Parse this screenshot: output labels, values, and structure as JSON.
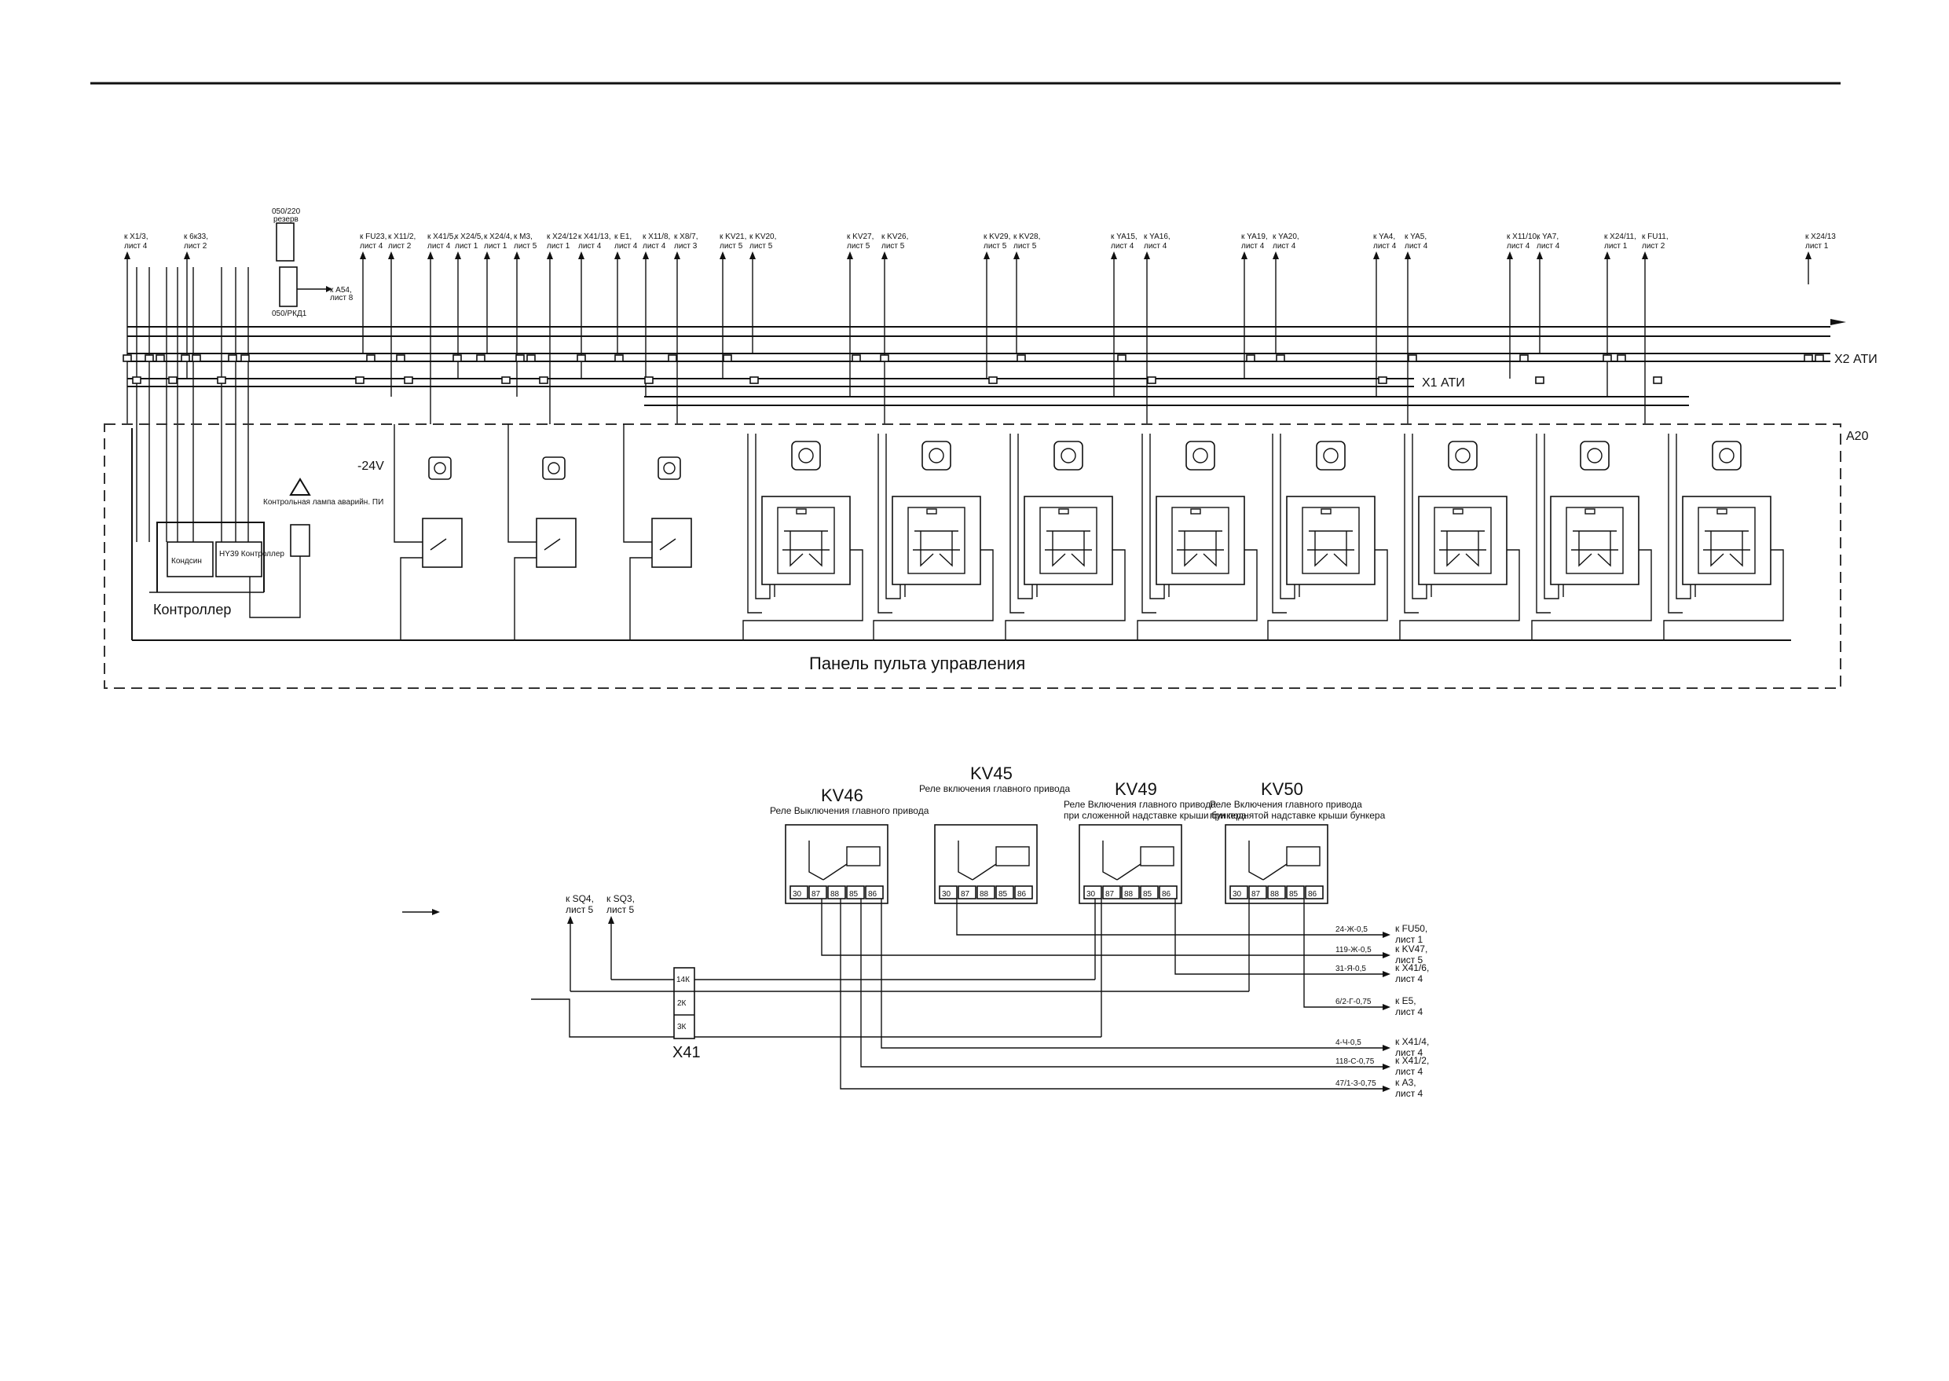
{
  "top_connectors": [
    {
      "ref": "к X1/3,",
      "sheet": "лист 4"
    },
    {
      "ref": "к 6к33,",
      "sheet": "лист 2"
    },
    {
      "ref": "к FU23,",
      "sheet": "лист 4"
    },
    {
      "ref": "к X11/2,",
      "sheet": "лист 2"
    },
    {
      "ref": "к X41/5,",
      "sheet": "лист 4"
    },
    {
      "ref": "к X24/5,",
      "sheet": "лист 1"
    },
    {
      "ref": "к X24/4,",
      "sheet": "лист 1"
    },
    {
      "ref": "к M3,",
      "sheet": "лист 5"
    },
    {
      "ref": "к X24/12",
      "sheet": "лист 1"
    },
    {
      "ref": "к X41/13,",
      "sheet": "лист 4"
    },
    {
      "ref": "к E1,",
      "sheet": "лист 4"
    },
    {
      "ref": "к X11/8,",
      "sheet": "лист 4"
    },
    {
      "ref": "к X8/7,",
      "sheet": "лист 3"
    },
    {
      "ref": "к KV21,",
      "sheet": "лист 5"
    },
    {
      "ref": "к KV20,",
      "sheet": "лист 5"
    },
    {
      "ref": "к KV27,",
      "sheet": "лист 5"
    },
    {
      "ref": "к KV26,",
      "sheet": "лист 5"
    },
    {
      "ref": "к KV29,",
      "sheet": "лист 5"
    },
    {
      "ref": "к KV28,",
      "sheet": "лист 5"
    },
    {
      "ref": "к YA15,",
      "sheet": "лист 4"
    },
    {
      "ref": "к YA16,",
      "sheet": "лист 4"
    },
    {
      "ref": "к YA19,",
      "sheet": "лист 4"
    },
    {
      "ref": "к YA20,",
      "sheet": "лист 4"
    },
    {
      "ref": "к YA4,",
      "sheet": "лист 4"
    },
    {
      "ref": "к YA5,",
      "sheet": "лист 4"
    },
    {
      "ref": "к X11/10,",
      "sheet": "лист 4"
    },
    {
      "ref": "к YA7,",
      "sheet": "лист 4"
    },
    {
      "ref": "к X24/11,",
      "sheet": "лист 1"
    },
    {
      "ref": "к FU11,",
      "sheet": "лист 2"
    },
    {
      "ref": "к X24/13",
      "sheet": "лист 1"
    }
  ],
  "reserve_block": {
    "top_label": "050/220",
    "top_sub": "резерв",
    "bottom_label": "050/РКД1",
    "link_ref": "к A54,",
    "link_sheet": "лист 8"
  },
  "terminal_labels": {
    "x1": "X1 АТИ",
    "x2": "X2 АТИ"
  },
  "panel": {
    "id": "A20",
    "title": "Панель пульта управления",
    "voltage": "-24V"
  },
  "controller": {
    "label": "Контроллер",
    "module1": "Кондсин",
    "module2": "HY39 Контроллер",
    "warning": "Контрольная лампа аварийн. ПИ"
  },
  "button_icons": [
    "mode-icon",
    "auto-icon",
    "auger-icon"
  ],
  "switch_icons": [
    "engine-icon",
    "fan-icon",
    "reel-icon",
    "cutter-icon",
    "rotate-icon",
    "thresher-icon",
    "unload-icon",
    "hopper-icon"
  ],
  "relays": [
    {
      "name": "KV46",
      "desc1": "Реле Выключения главного привода",
      "desc2": "",
      "pins": [
        "30",
        "87",
        "88",
        "85",
        "86"
      ]
    },
    {
      "name": "KV45",
      "desc1": "Реле включения главного привода",
      "desc2": "",
      "pins": [
        "30",
        "87",
        "88",
        "85",
        "86"
      ]
    },
    {
      "name": "KV49",
      "desc1": "Реле Включения главного привода",
      "desc2": "при сложенной надставке крыши бункера",
      "pins": [
        "30",
        "87",
        "88",
        "85",
        "86"
      ]
    },
    {
      "name": "KV50",
      "desc1": "Реле Включения главного привода",
      "desc2": "при поднятой надставке крыши бункера",
      "pins": [
        "30",
        "87",
        "88",
        "85",
        "86"
      ]
    }
  ],
  "left_connectors": [
    {
      "ref": "к SQ4,",
      "sheet": "лист 5"
    },
    {
      "ref": "к SQ3,",
      "sheet": "лист 5"
    }
  ],
  "x41": {
    "label": "X41",
    "pins": [
      "14К",
      "2К",
      "3К"
    ]
  },
  "right_outputs": [
    {
      "wire": "24-Ж-0,5",
      "ref": "к FU50,",
      "sheet": "лист 1"
    },
    {
      "wire": "119-Ж-0,5",
      "ref": "к KV47,",
      "sheet": "лист 5"
    },
    {
      "wire": "31-Я-0,5",
      "ref": "к X41/6,",
      "sheet": "лист 4"
    },
    {
      "wire": "6/2-Г-0,75",
      "ref": "к E5,",
      "sheet": "лист 4"
    },
    {
      "wire": "4-Ч-0,5",
      "ref": "к X41/4,",
      "sheet": "лист 4"
    },
    {
      "wire": "118-С-0,75",
      "ref": "к X41/2,",
      "sheet": "лист 4"
    },
    {
      "wire": "47/1-З-0,75",
      "ref": "к A3,",
      "sheet": "лист 4"
    }
  ]
}
